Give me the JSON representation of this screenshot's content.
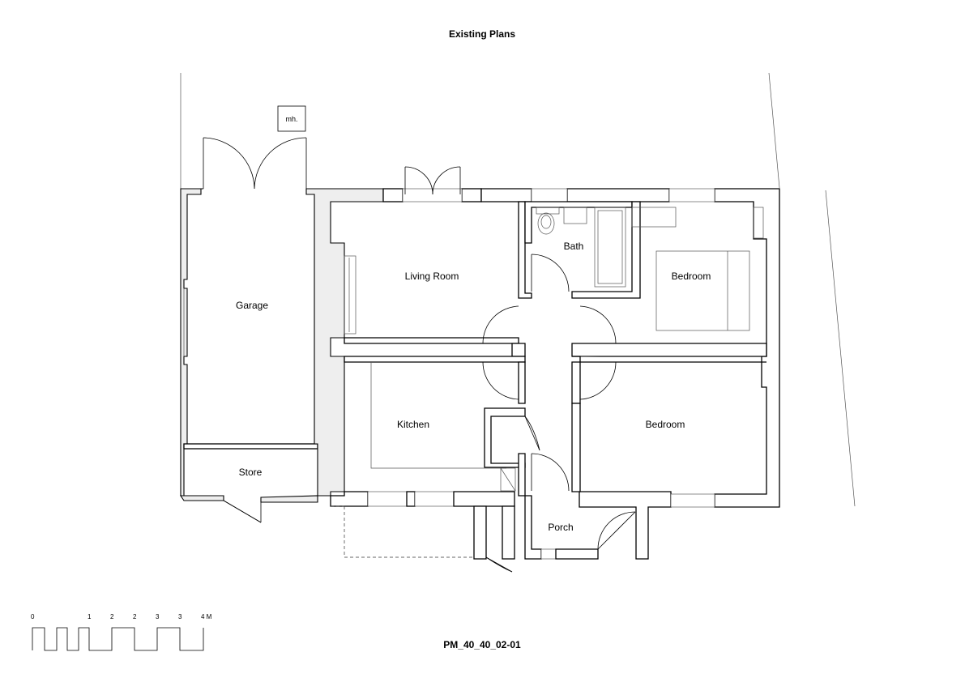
{
  "title": "Existing Plans",
  "drawing_number": "PM_40_40_02-01",
  "manhole_label": "mh.",
  "rooms": {
    "garage": "Garage",
    "store": "Store",
    "living_room": "Living Room",
    "bath": "Bath",
    "bedroom_1": "Bedroom",
    "kitchen": "Kitchen",
    "bedroom_2": "Bedroom",
    "porch": "Porch"
  },
  "scale_bar": {
    "labels": [
      "0",
      "1",
      "2",
      "2",
      "3",
      "3",
      "4 M"
    ]
  }
}
